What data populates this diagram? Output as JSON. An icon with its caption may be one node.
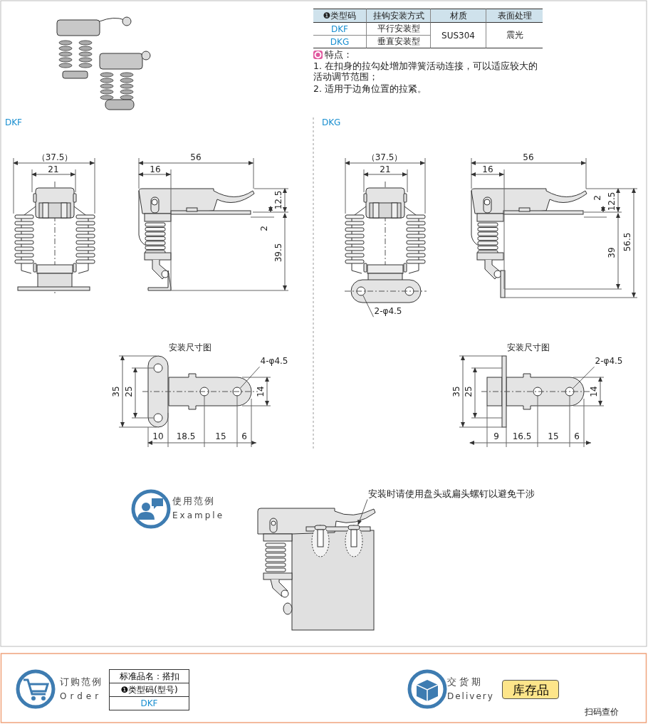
{
  "diagram": {
    "nodes": [
      {
        "text": [
          "2-φ4.5"
        ]
      },
      {
        "text": [
          "4-φ4.5"
        ]
      },
      {
        "text": [
          "2-φ4.5"
        ]
      },
      {
        "text": [
          "安装时请使用盘头或扁头螺钉以避免干涉"
        ]
      },
      {
        "text": [
          "标准品名：搭扣",
          "❶类型码(型号)",
          "DKF"
        ]
      },
      {
        "text": [
          "库存品"
        ]
      },
      {
        "text": [],
        "shape": "circle"
      },
      {
        "text": [],
        "shape": "circle"
      },
      {
        "text": [],
        "shape": "circle"
      },
      {
        "text": [],
        "shape": "picture"
      }
    ],
    "edges": [
      {
        "from": 0,
        "to": 6,
        "arrow": "none"
      },
      {
        "from": 1,
        "to": 7,
        "arrow": "none"
      },
      {
        "from": 2,
        "to": 8,
        "arrow": "none"
      },
      {
        "from": 3,
        "to": 9,
        "arrow": "to"
      }
    ],
    "labels": [
      "❶类型码",
      "挂钩安装方式",
      "材质",
      "表面处理",
      "DKF",
      "平行安装型",
      "SUS304",
      "震光",
      "DKG",
      "垂直安装型",
      "特点：",
      "1. 在扣身的拉勾处增加弹簧活动连接，可以适应较大的活动调节范围；",
      "2. 适用于边角位置的拉紧。",
      "DKF",
      "DKG",
      "（37.5）",
      "21",
      "56",
      "16",
      "12.5",
      "2",
      "39.5",
      "（37.5）",
      "21",
      "56",
      "16",
      "2",
      "12.5",
      "39",
      "56.5",
      "安装尺寸图",
      "35",
      "25",
      "14",
      "10",
      "18.5",
      "15",
      "6",
      "安装尺寸图",
      "35",
      "25",
      "14",
      "9",
      "16.5",
      "15",
      "6",
      "使用范例",
      "Example",
      "订购范例",
      "Order",
      "交货期",
      "Delivery",
      "扫码查价"
    ]
  }
}
